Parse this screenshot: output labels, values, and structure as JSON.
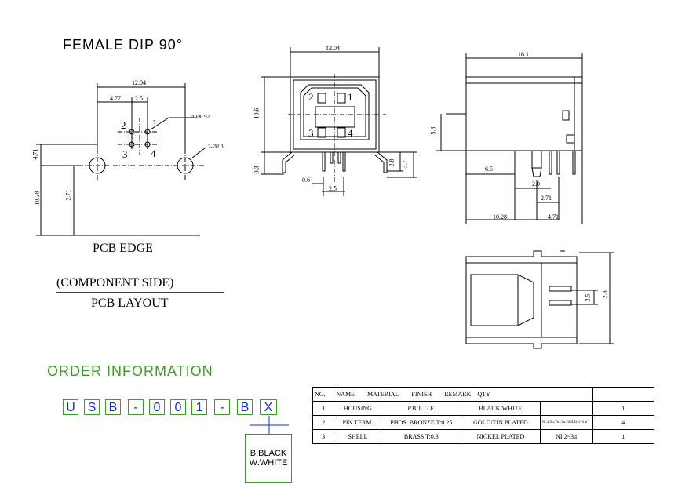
{
  "title": "FEMALE DIP 90°",
  "pcb": {
    "dim_total_width": "12.04",
    "dim_477": "4.77",
    "dim_25": "2.5",
    "dim_471": "4.71",
    "dim_1028": "10.28",
    "dim_271": "2.71",
    "hole_small": "4-Ø0.92",
    "hole_large": "2-Ø2.3",
    "pins": [
      "2",
      "1",
      "3",
      "4"
    ],
    "edge_label": "PCB EDGE",
    "component_side": "(COMPONENT SIDE)",
    "layout_label": "PCB LAYOUT"
  },
  "front_view": {
    "dim_width": "12.04",
    "dim_height": "10.6",
    "dim_03": "0.3",
    "dim_06": "0.6",
    "dim_25": "2.5",
    "dim_28": "2.8",
    "dim_37": "3.7",
    "pins": [
      "2",
      "1",
      "3",
      "4"
    ]
  },
  "side_view": {
    "dim_length": "16.1",
    "dim_53": "5.3",
    "dim_65": "6.5",
    "dim_20": "2.0",
    "dim_271": "2.71",
    "dim_1028": "10.28",
    "dim_471": "4.71"
  },
  "bottom_view": {
    "dim_25": "2.5",
    "dim_128": "12.8"
  },
  "order": {
    "title": "ORDER INFORMATION",
    "code": [
      "U",
      "S",
      "B",
      "-",
      "0",
      "0",
      "1",
      "-",
      "B",
      "X"
    ],
    "legend": [
      "B:BLACK",
      "W:WHITE"
    ]
  },
  "bom": {
    "header": [
      "NO.",
      "NAME",
      "MATERIAL",
      "FINISH",
      "REMARK",
      "QTY"
    ],
    "rows": [
      {
        "no": "1",
        "name": "HOUSING",
        "material": "P.B.T. G.F.",
        "finish": "BLACK/WHITE",
        "remark": "",
        "qty": "1"
      },
      {
        "no": "2",
        "name": "PIN TERM.",
        "material": "PHOS. BRONZE T:0.25",
        "finish": "GOLD/TIN PLATED",
        "remark": "Ni:1.5u;Tin:3u GOLD:1~3 u\"",
        "qty": "4"
      },
      {
        "no": "3",
        "name": "SHELL",
        "material": "BRASS T:0.3",
        "finish": "NICKEL PLATED",
        "remark": "NI:2~3u",
        "qty": "1"
      }
    ]
  },
  "colors": {
    "green": "#3f9a2a",
    "blue": "#1030d0"
  }
}
